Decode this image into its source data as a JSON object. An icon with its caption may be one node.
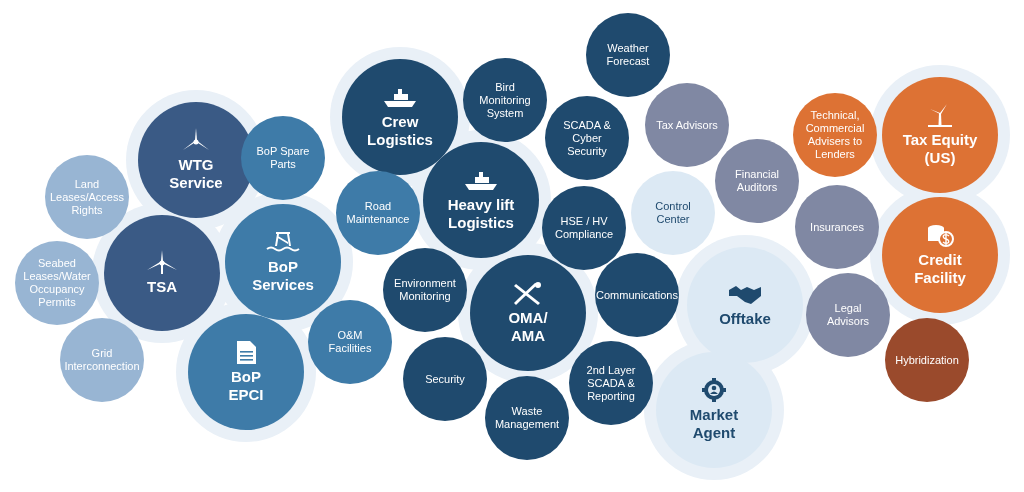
{
  "diagram": {
    "nodes": [
      {
        "text": [
          "Weather Forecast"
        ]
      },
      {
        "text": [
          "Bird Monitoring System"
        ]
      },
      {
        "text": [
          "Crew Logistics"
        ]
      },
      {
        "text": [
          "Tax Advisors"
        ]
      },
      {
        "text": [
          "Technical, Commercial Advisers to Lenders"
        ]
      },
      {
        "text": [
          "Tax Equity (US)"
        ]
      },
      {
        "text": [
          "SCADA & Cyber Security"
        ]
      },
      {
        "text": [
          "WTG Service"
        ]
      },
      {
        "text": [
          "BoP Spare Parts"
        ]
      },
      {
        "text": [
          "Financial Auditors"
        ]
      },
      {
        "text": [
          "Land Leases/Access Rights"
        ]
      },
      {
        "text": [
          "Heavy lift Logistics"
        ]
      },
      {
        "text": [
          "Control Center"
        ]
      },
      {
        "text": [
          "Road Maintenance"
        ]
      },
      {
        "text": [
          "HSE / HV Compliance"
        ]
      },
      {
        "text": [
          "Insurances"
        ]
      },
      {
        "text": [
          "BoP Services"
        ]
      },
      {
        "text": [
          "TSA"
        ]
      },
      {
        "text": [
          "Credit Facility"
        ]
      },
      {
        "text": [
          "Seabed Leases/Water Occupancy Permits"
        ]
      },
      {
        "text": [
          "Environment Monitoring"
        ]
      },
      {
        "text": [
          "Communications"
        ]
      },
      {
        "text": [
          "Offtake"
        ]
      },
      {
        "text": [
          "OMA/ AMA"
        ]
      },
      {
        "text": [
          "O&M Facilities"
        ]
      },
      {
        "text": [
          "Legal Advisors"
        ]
      },
      {
        "text": [
          "Grid Interconnection"
        ]
      },
      {
        "text": [
          "BoP EPCI"
        ]
      },
      {
        "text": [
          "Security"
        ]
      },
      {
        "text": [
          "Hybridization"
        ]
      },
      {
        "text": [
          "2nd Layer SCADA & Reporting"
        ]
      },
      {
        "text": [
          "Market Agent"
        ]
      },
      {
        "text": [
          "Waste Management"
        ]
      }
    ]
  }
}
